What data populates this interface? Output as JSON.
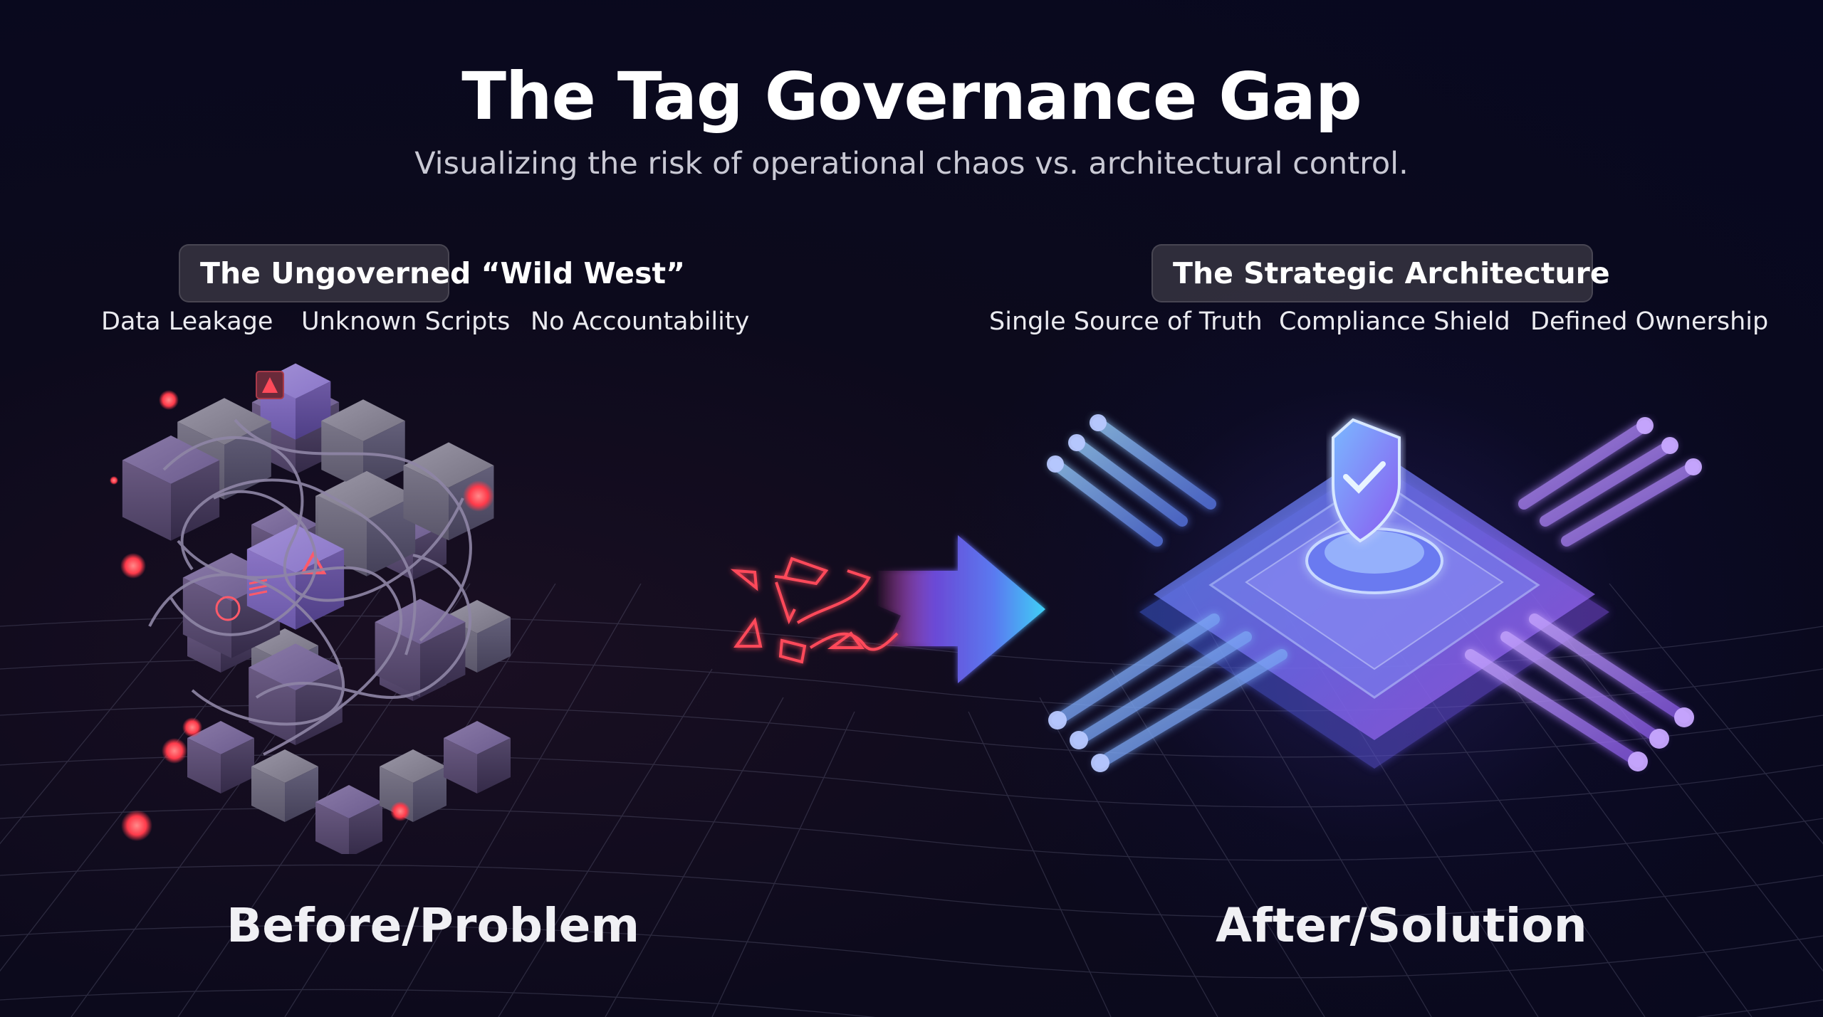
{
  "header": {
    "title": "The Tag Governance Gap",
    "subtitle": "Visualizing the risk of operational chaos vs. architectural control."
  },
  "before": {
    "pill_label": "The Ungoverned “Wild West”",
    "tags": [
      "Data Leakage",
      "Unknown Scripts",
      "No Accountability"
    ],
    "caption": "Before/Problem",
    "illustration": "tangled-cubes-chaos-icon",
    "accent_color": "#ff4a5a"
  },
  "transition": {
    "icon": "shattered-to-solid-arrow-icon",
    "gradient": [
      "#ff3a5a",
      "#7a4df0",
      "#3fc8f4"
    ]
  },
  "after": {
    "pill_label": "The Strategic Architecture",
    "tags": [
      "Single Source of Truth",
      "Compliance Shield",
      "Defined Ownership"
    ],
    "caption": "After/Solution",
    "illustration": "shielded-chip-architecture-icon",
    "accent_color": "#8a6cff"
  },
  "colors": {
    "background": "#070820",
    "pill_bg": "#3c3a46",
    "text": "#ffffff",
    "subtext": "#c9c9d4"
  }
}
